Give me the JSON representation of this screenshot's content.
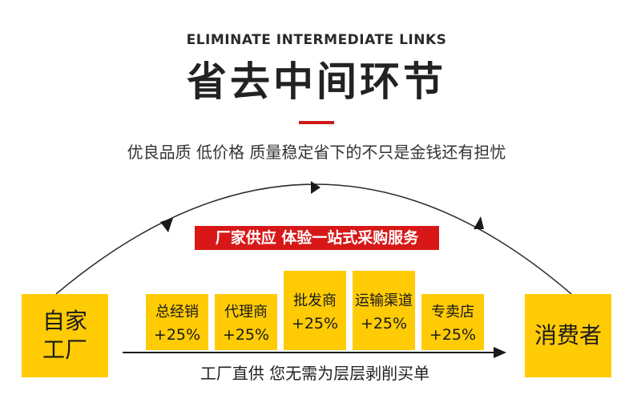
{
  "header": {
    "en_title": "ELIMINATE INTERMEDIATE LINKS",
    "cn_title": "省去中间环节",
    "subtitle": "优良品质 低价格 质量稳定省下的不只是金钱还有担忧"
  },
  "promo_label": "厂家供应 体验一站式采购服务",
  "nodes": {
    "factory": "自家\n工厂",
    "consumer": "消费者"
  },
  "steps": [
    {
      "name": "总经销",
      "markup": "+25%"
    },
    {
      "name": "代理商",
      "markup": "+25%"
    },
    {
      "name": "批发商",
      "markup": "+25%"
    },
    {
      "name": "运输渠道",
      "markup": "+25%"
    },
    {
      "name": "专卖店",
      "markup": "+25%"
    }
  ],
  "bottom_text": "工厂直供 您无需为层层剥削买单",
  "colors": {
    "accent_red": "#d81818",
    "box_yellow": "#ffcb05"
  }
}
